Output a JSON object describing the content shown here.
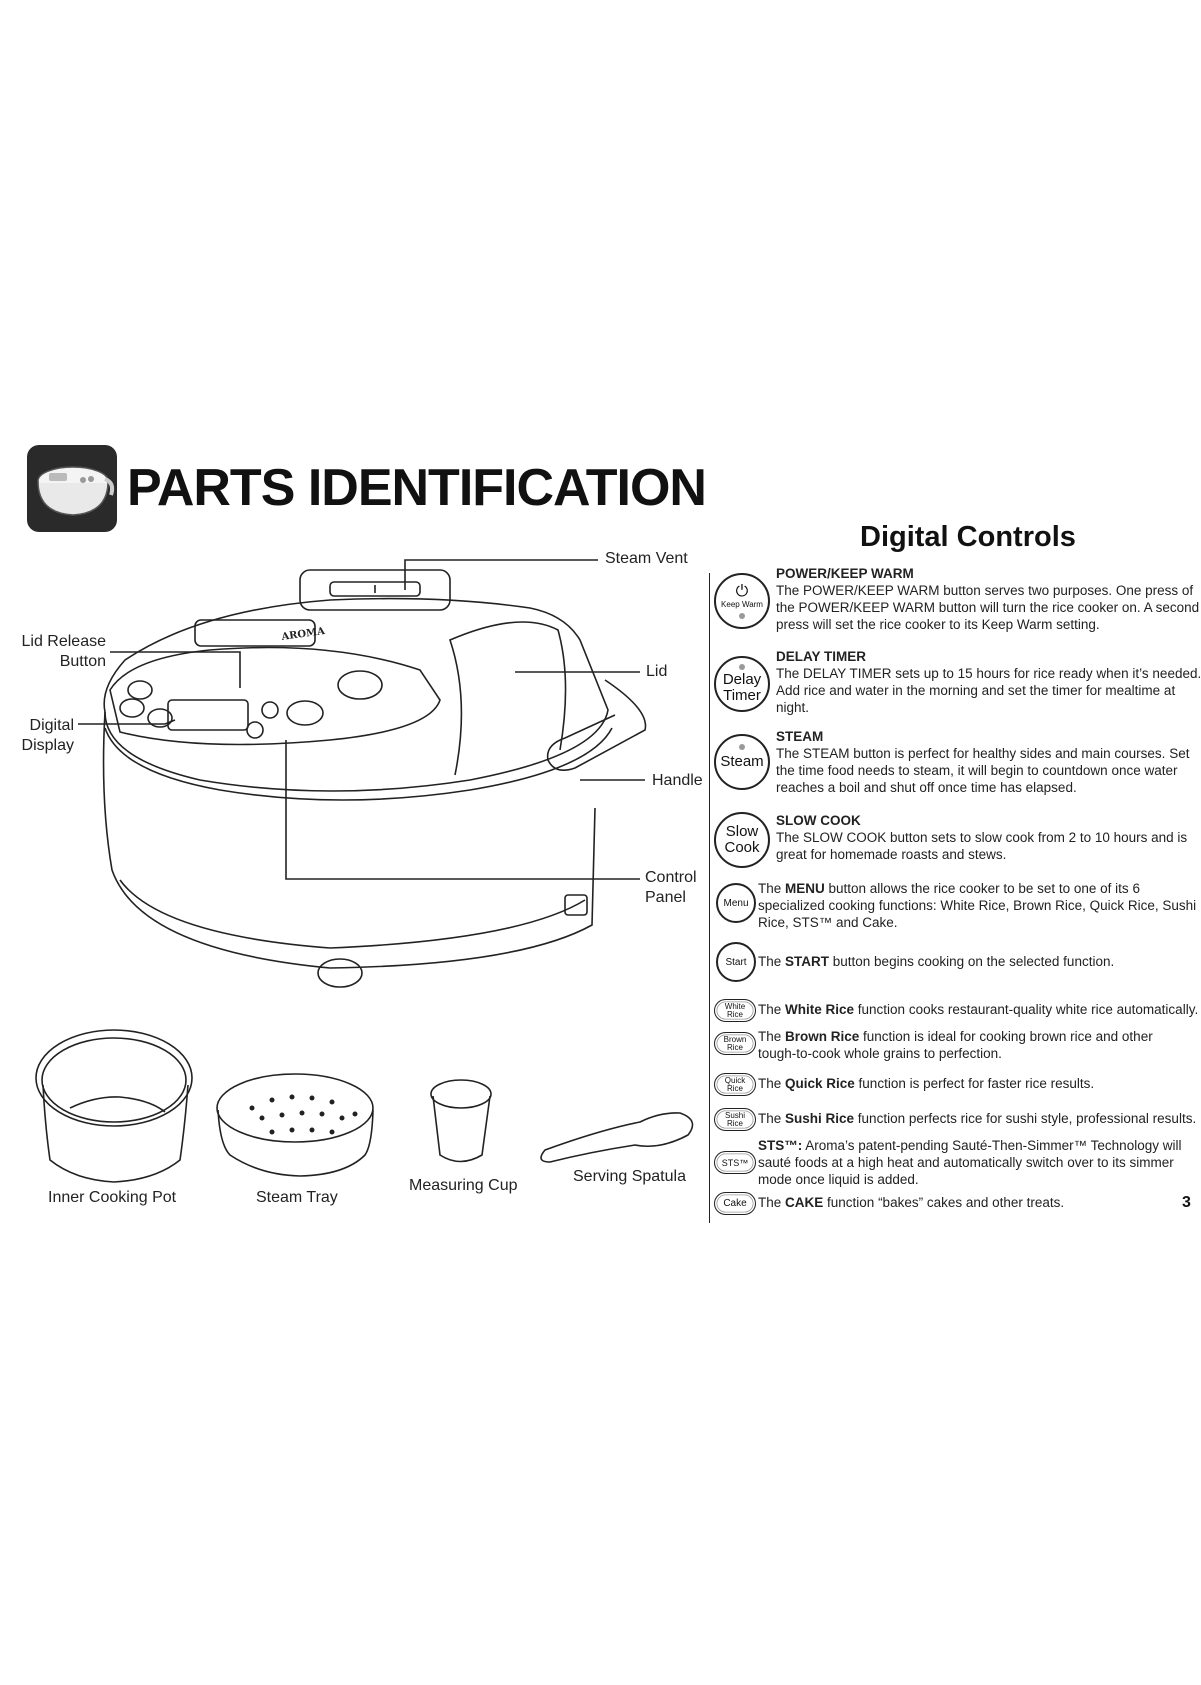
{
  "header": {
    "title": "PARTS IDENTIFICATION",
    "icon": "rice-cooker-icon"
  },
  "parts": {
    "steam_vent": "Steam Vent",
    "lid_release_line1": "Lid Release",
    "lid_release_line2": "Button",
    "digital_display_line1": "Digital",
    "digital_display_line2": "Display",
    "lid": "Lid",
    "handle": "Handle",
    "control_panel_line1": "Control",
    "control_panel_line2": "Panel",
    "brand": "AROMA"
  },
  "accessories": {
    "inner_cooking_pot": "Inner Cooking Pot",
    "steam_tray": "Steam Tray",
    "measuring_cup": "Measuring Cup",
    "serving_spatula": "Serving Spatula"
  },
  "digital_controls": {
    "title": "Digital Controls",
    "power": {
      "button": "Keep Warm",
      "name": "POWER/KEEP WARM",
      "desc1": "The POWER/KEEP WARM button serves two purposes. One press of",
      "desc2": "the POWER/KEEP WARM button will turn the rice cooker on. A second",
      "desc3": "press will set the rice cooker to its Keep Warm setting."
    },
    "delay": {
      "button1": "Delay",
      "button2": "Timer",
      "name": "DELAY TIMER",
      "desc1": "The DELAY TIMER sets up to 15 hours for rice ready when it’s needed.",
      "desc2": "Add rice and water in the morning and set the timer for mealtime at",
      "desc3": "night."
    },
    "steam": {
      "button": "Steam",
      "name": "STEAM",
      "desc1": "The STEAM button is perfect for healthy sides and main courses. Set",
      "desc2": "the time food needs to steam, it will begin to countdown once water",
      "desc3": "reaches a boil and shut off once time has elapsed."
    },
    "slow_cook": {
      "button1": "Slow",
      "button2": "Cook",
      "name": "SLOW COOK",
      "desc1": "The SLOW COOK button sets to slow cook from 2 to 10 hours and is",
      "desc2": "great for homemade roasts and stews."
    },
    "menu": {
      "button": "Menu",
      "pre": "The ",
      "name": "MENU",
      "post": " button allows the rice cooker to be set to one of its 6",
      "desc2": "specialized cooking functions: White Rice, Brown Rice, Quick Rice, Sushi",
      "desc3": "Rice, STS™ and Cake."
    },
    "start": {
      "button": "Start",
      "pre": "The ",
      "name": "START",
      "post": " button begins cooking on the selected function."
    },
    "white_rice": {
      "button1": "White",
      "button2": "Rice",
      "pre": "The ",
      "name": "White Rice",
      "post": " function cooks restaurant-quality white rice automatically."
    },
    "brown_rice": {
      "button1": "Brown",
      "button2": "Rice",
      "pre": "The ",
      "name": "Brown Rice",
      "post": " function is ideal for cooking brown rice and other",
      "desc2": "tough-to-cook whole grains to perfection."
    },
    "quick_rice": {
      "button1": "Quick",
      "button2": "Rice",
      "pre": "The ",
      "name": "Quick Rice",
      "post": " function is perfect for faster rice results."
    },
    "sushi_rice": {
      "button1": "Sushi",
      "button2": "Rice",
      "pre": "The ",
      "name": "Sushi Rice",
      "post": " function perfects rice for sushi style, professional results."
    },
    "sts": {
      "button": "STS™",
      "name": "STS™:",
      "post": " Aroma’s patent-pending Sauté-Then-Simmer™ Technology will",
      "desc2": "sauté foods at a high heat and automatically switch over to its simmer",
      "desc3": "mode once liquid is added."
    },
    "cake": {
      "button": "Cake",
      "pre": "The ",
      "name": "CAKE",
      "post": " function “bakes” cakes and other treats."
    }
  },
  "page_number": "3"
}
